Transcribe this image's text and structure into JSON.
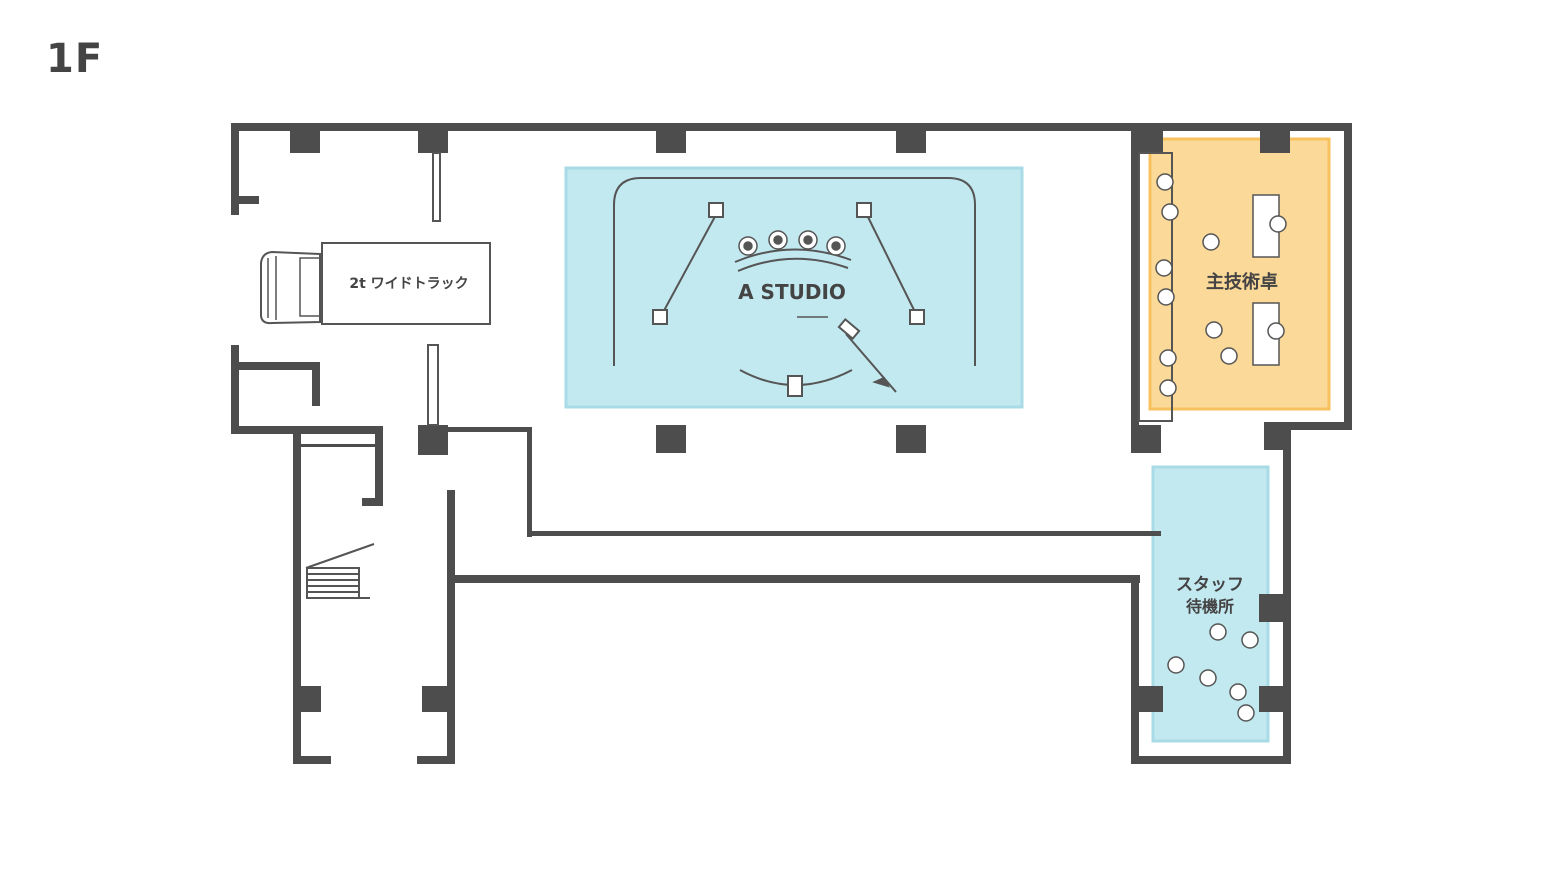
{
  "floor": {
    "label": "1F"
  },
  "rooms": {
    "a_studio": {
      "label": "A STUDIO",
      "color": "#c3e9f0",
      "border": "#a9dbe6"
    },
    "main_tech_desk": {
      "label": "主技術卓",
      "color": "#fbd998",
      "border": "#f7c15d"
    },
    "staff_room": {
      "label_line1": "スタッフ",
      "label_line2": "待機所",
      "color": "#c3e9f0",
      "border": "#a9dbe6"
    }
  },
  "vehicle": {
    "label": "2t ワイドトラック"
  },
  "colors": {
    "wall": "#4d4d4d",
    "line": "#555555"
  }
}
